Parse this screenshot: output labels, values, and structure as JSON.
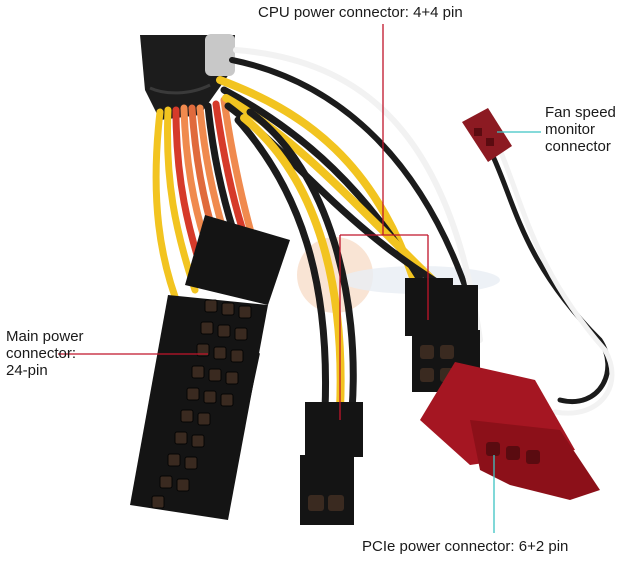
{
  "labels": {
    "cpu": "CPU power connector: 4+4 pin",
    "fan": [
      "Fan speed",
      "monitor",
      "connector"
    ],
    "main": [
      "Main power",
      "connector:",
      "24-pin"
    ],
    "pcie": "PCIe power connector: 6+2 pin"
  },
  "colors": {
    "leader_red": "#c0142a",
    "leader_cyan": "#3cc3c3",
    "wire_yellow": "#f2c420",
    "wire_black": "#1b1b1b",
    "wire_red": "#d63a2a",
    "wire_orange": "#f08a4e",
    "wire_white": "#f2f2f2",
    "connector_black": "#141414",
    "connector_red": "#a51622"
  }
}
